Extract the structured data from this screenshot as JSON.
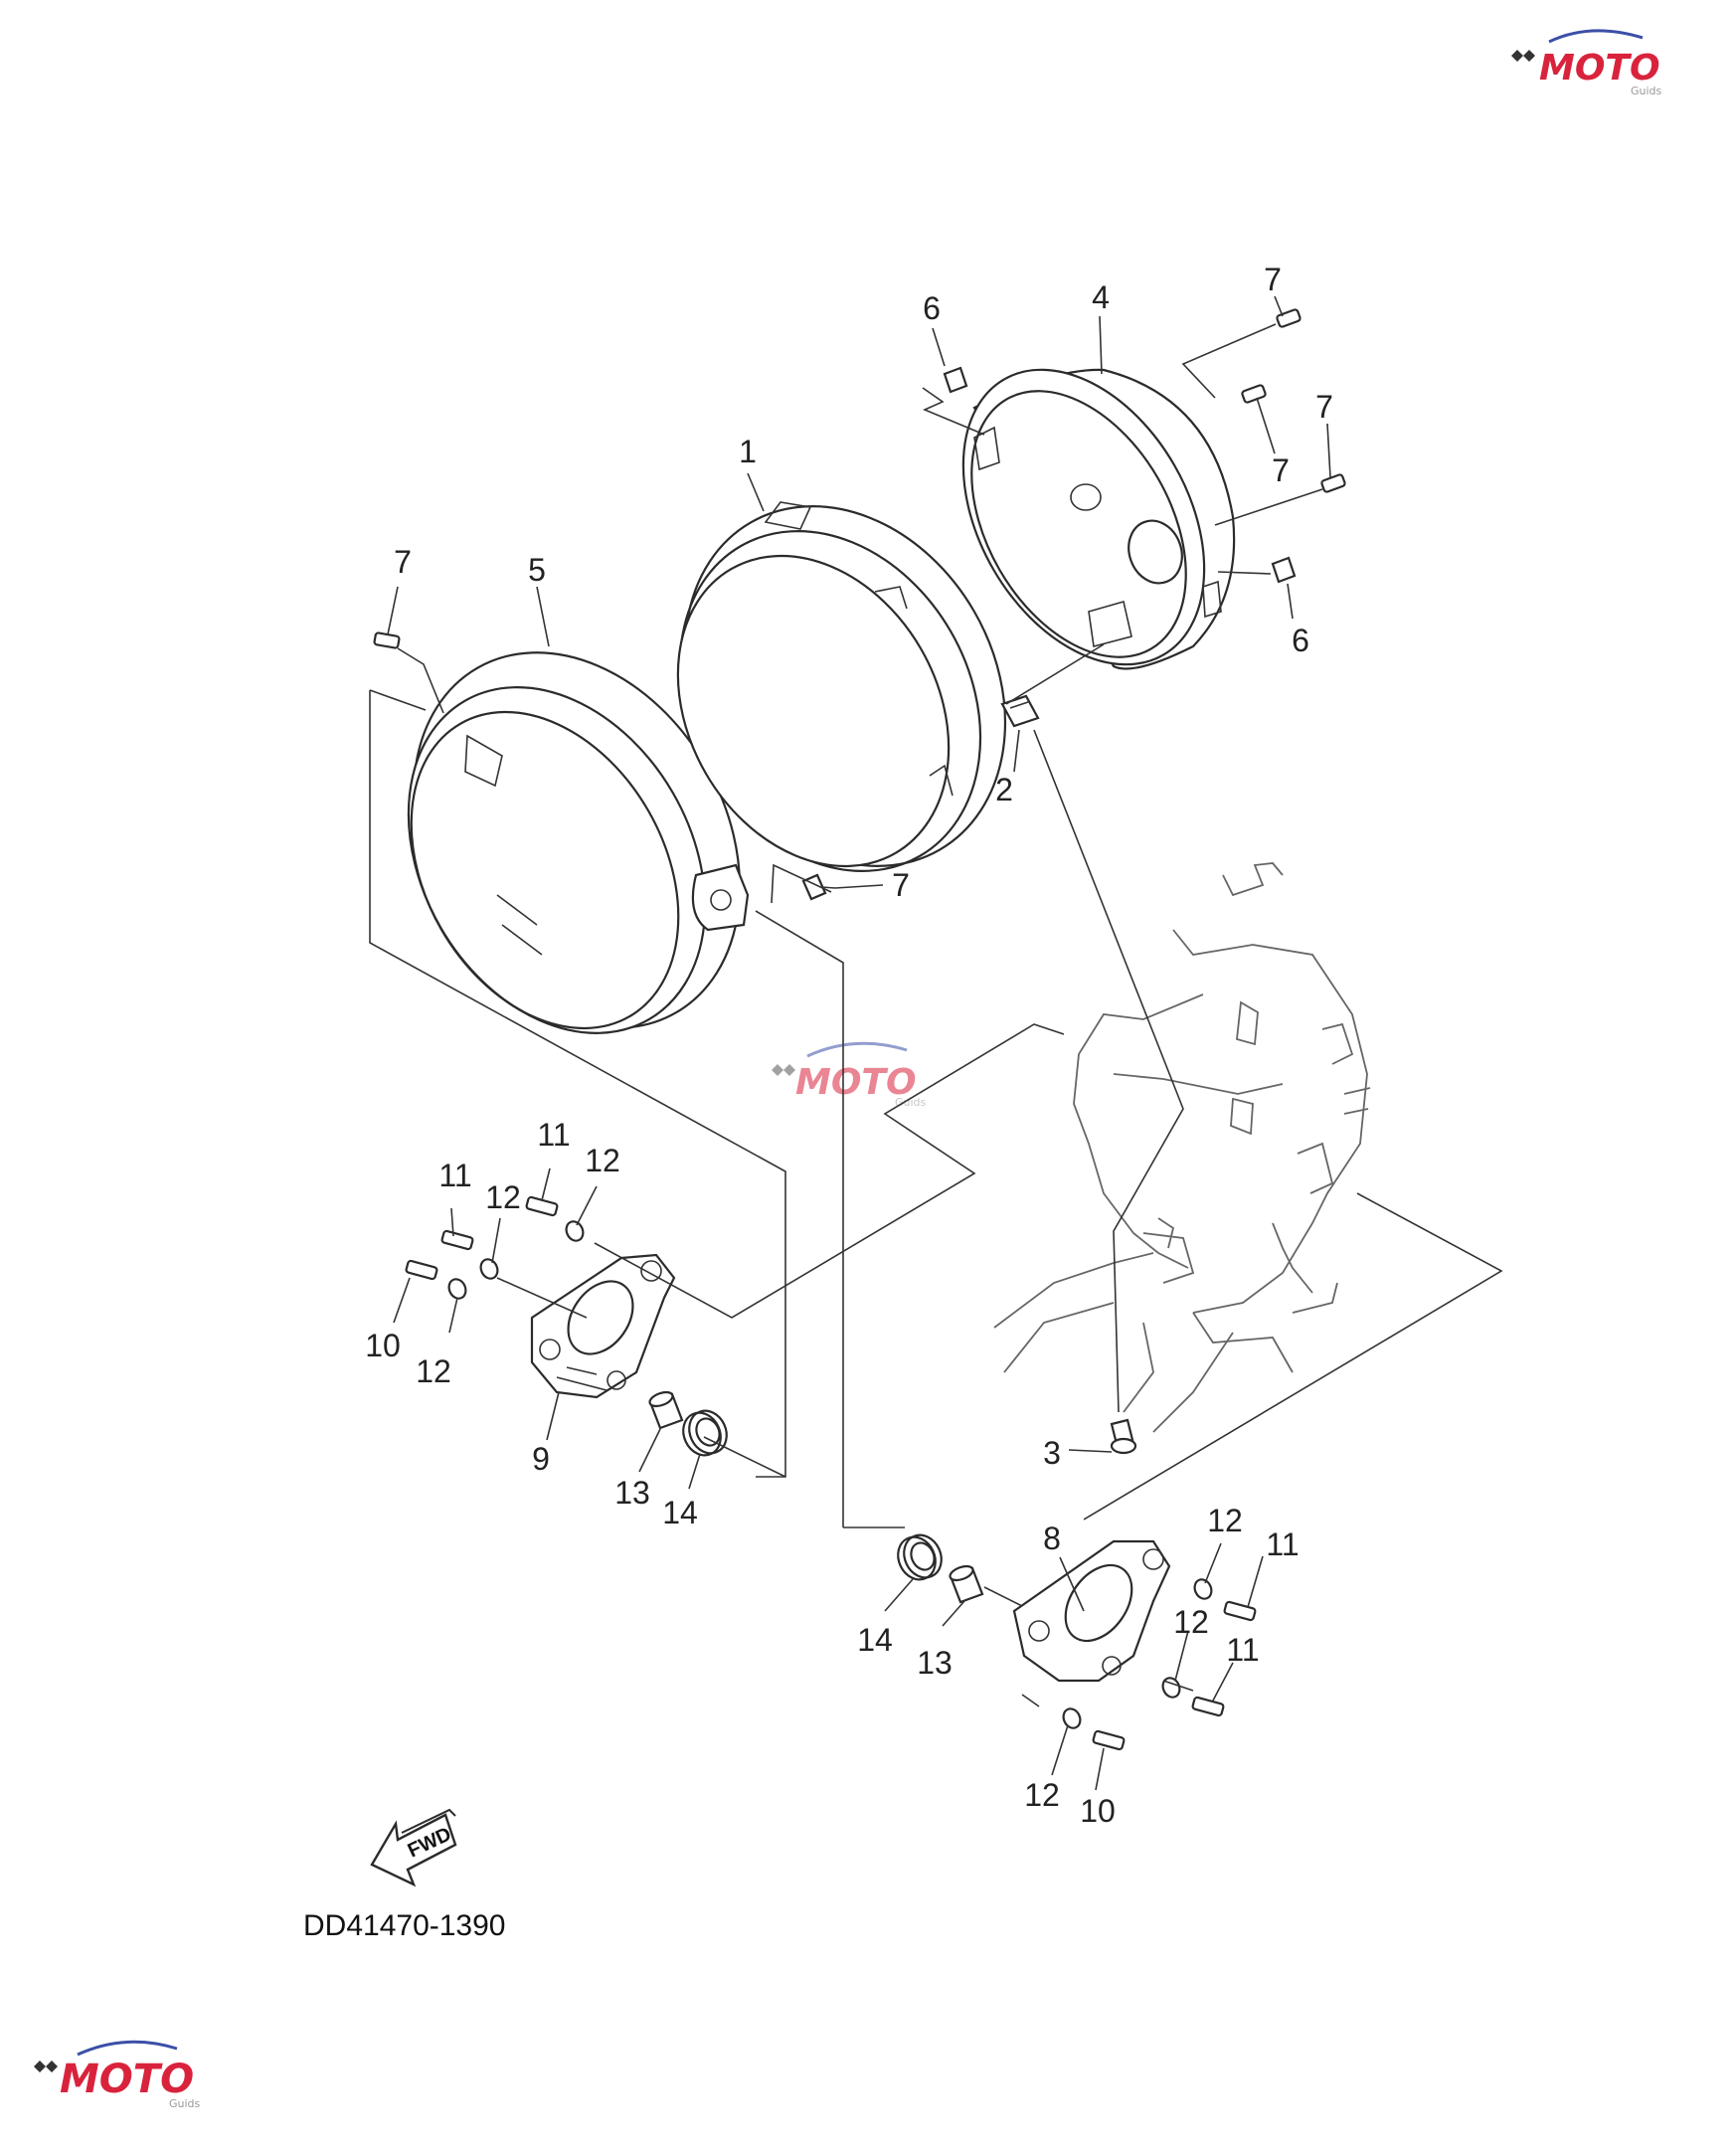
{
  "watermark": {
    "brand": "MOTO",
    "sub": "Guids",
    "brand_color": "#d9233c",
    "accent_color": "#3b4fa8"
  },
  "diagram": {
    "code": "DD41470-1390",
    "fwd_label": "FWD",
    "callouts": {
      "c1": "1",
      "c2": "2",
      "c3": "3",
      "c4": "4",
      "c5": "5",
      "c6a": "6",
      "c6b": "6",
      "c7a": "7",
      "c7b": "7",
      "c7c": "7",
      "c7d": "7",
      "c7e": "7",
      "c8": "8",
      "c9": "9",
      "c10a": "10",
      "c10b": "10",
      "c11a": "11",
      "c11b": "11",
      "c11c": "11",
      "c11d": "11",
      "c12a": "12",
      "c12b": "12",
      "c12c": "12",
      "c12d": "12",
      "c12e": "12",
      "c12f": "12",
      "c13a": "13",
      "c13b": "13",
      "c14a": "14",
      "c14b": "14"
    }
  }
}
